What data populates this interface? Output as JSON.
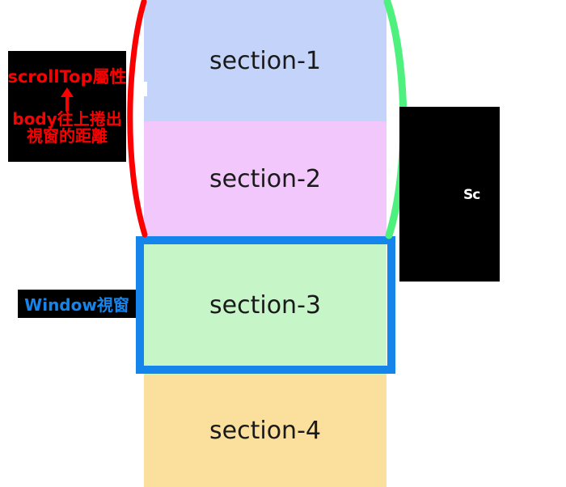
{
  "diagram": {
    "title": "scrollTop / Window viewport scrolling diagram",
    "colors": {
      "section_1_bg": "#c3d3fa",
      "section_2_bg": "#f2c7fb",
      "section_3_bg": "#c6f5c8",
      "section_4_bg": "#fbdf9c",
      "viewport_border": "#1585eb",
      "scrolled_brace": "#fb0000",
      "remaining_brace": "#4ef07e",
      "callout_bg": "#000000",
      "callout_text_red": "#fb0000",
      "callout_text_blue": "#1585eb",
      "callout_text_white": "#ffffff"
    },
    "sections": [
      {
        "id": "section-1",
        "label": "section-1"
      },
      {
        "id": "section-2",
        "label": "section-2"
      },
      {
        "id": "section-3",
        "label": "section-3"
      },
      {
        "id": "section-4",
        "label": "section-4"
      }
    ],
    "callouts": {
      "scrolltop": {
        "line_1": "scrollTop屬性",
        "arrow": "↑",
        "line_2": "body往上捲出",
        "line_3": "視窗的距離"
      },
      "window": {
        "label": "Window視窗"
      },
      "right": {
        "label": "Sc"
      }
    }
  }
}
